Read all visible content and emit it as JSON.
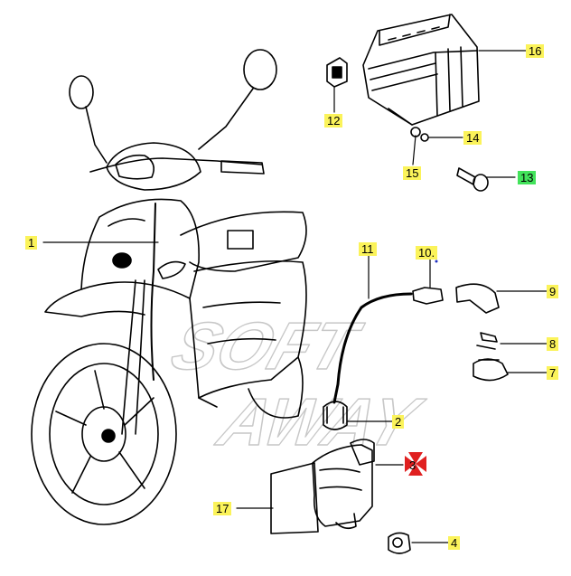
{
  "diagram": {
    "watermark": [
      "SOFT",
      "AWAY"
    ],
    "colors": {
      "label_highlight": "#fbf35a",
      "label_highlight_alt": "#43e35b",
      "marker": "#e02020",
      "line": "#000000"
    },
    "parts": [
      {
        "id": "1",
        "label": "1"
      },
      {
        "id": "2",
        "label": "2"
      },
      {
        "id": "3",
        "label": "3"
      },
      {
        "id": "4",
        "label": "4"
      },
      {
        "id": "7",
        "label": "7"
      },
      {
        "id": "8",
        "label": "8"
      },
      {
        "id": "9",
        "label": "9"
      },
      {
        "id": "10",
        "label": "10."
      },
      {
        "id": "11",
        "label": "11"
      },
      {
        "id": "12",
        "label": "12"
      },
      {
        "id": "13",
        "label": "13"
      },
      {
        "id": "14",
        "label": "14"
      },
      {
        "id": "15",
        "label": "15"
      },
      {
        "id": "16",
        "label": "16"
      },
      {
        "id": "17",
        "label": "17"
      }
    ]
  }
}
